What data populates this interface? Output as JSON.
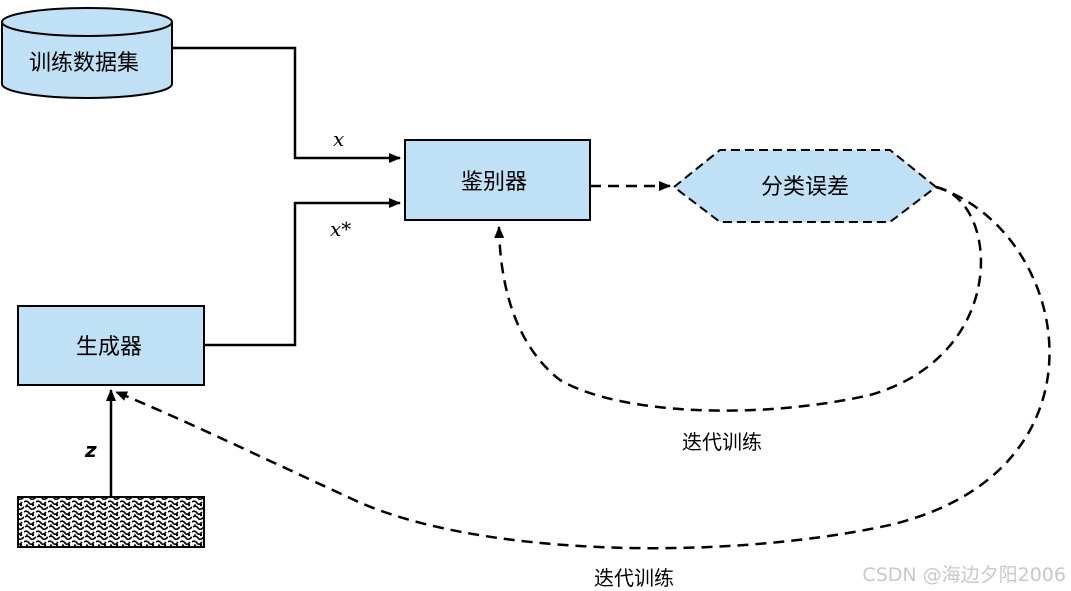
{
  "nodes": {
    "dataset": "训练数据集",
    "discriminator": "鉴别器",
    "generator": "生成器",
    "classification_error": "分类误差"
  },
  "edges": {
    "real_sample": "x",
    "fake_sample": "x*",
    "noise": "z"
  },
  "loops": {
    "discriminator_training": "迭代训练",
    "generator_training": "迭代训练"
  },
  "watermark": "CSDN @海边夕阳2006",
  "colors": {
    "node_fill": "#bfe0f5",
    "stroke": "#000000"
  }
}
